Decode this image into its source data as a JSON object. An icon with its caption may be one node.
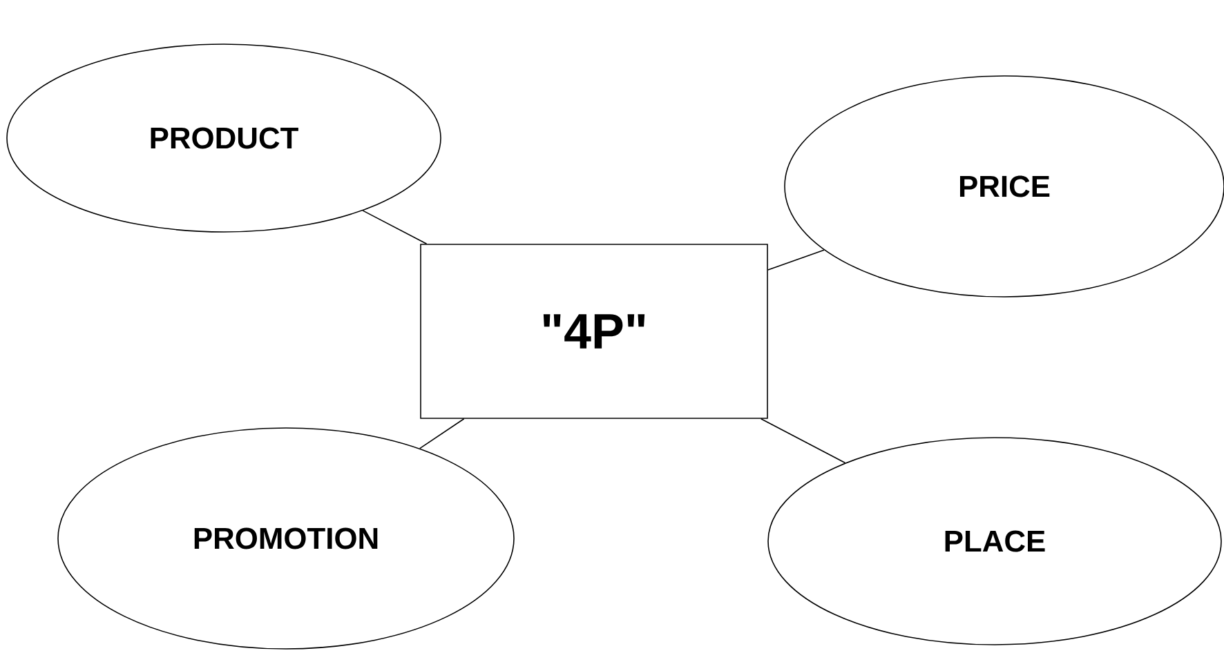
{
  "diagram": {
    "nodes": [
      {
        "text": [
          "PRODUCT"
        ]
      },
      {
        "text": [
          "PRICE"
        ]
      },
      {
        "text": [
          "\"4P\""
        ]
      },
      {
        "text": [
          "PROMOTION"
        ]
      },
      {
        "text": [
          "PLACE"
        ]
      }
    ],
    "edges": [
      {
        "from": 2,
        "to": 0,
        "arrow": "none"
      },
      {
        "from": 2,
        "to": 1,
        "arrow": "none"
      },
      {
        "from": 2,
        "to": 3,
        "arrow": "none"
      },
      {
        "from": 2,
        "to": 4,
        "arrow": "none"
      }
    ]
  }
}
